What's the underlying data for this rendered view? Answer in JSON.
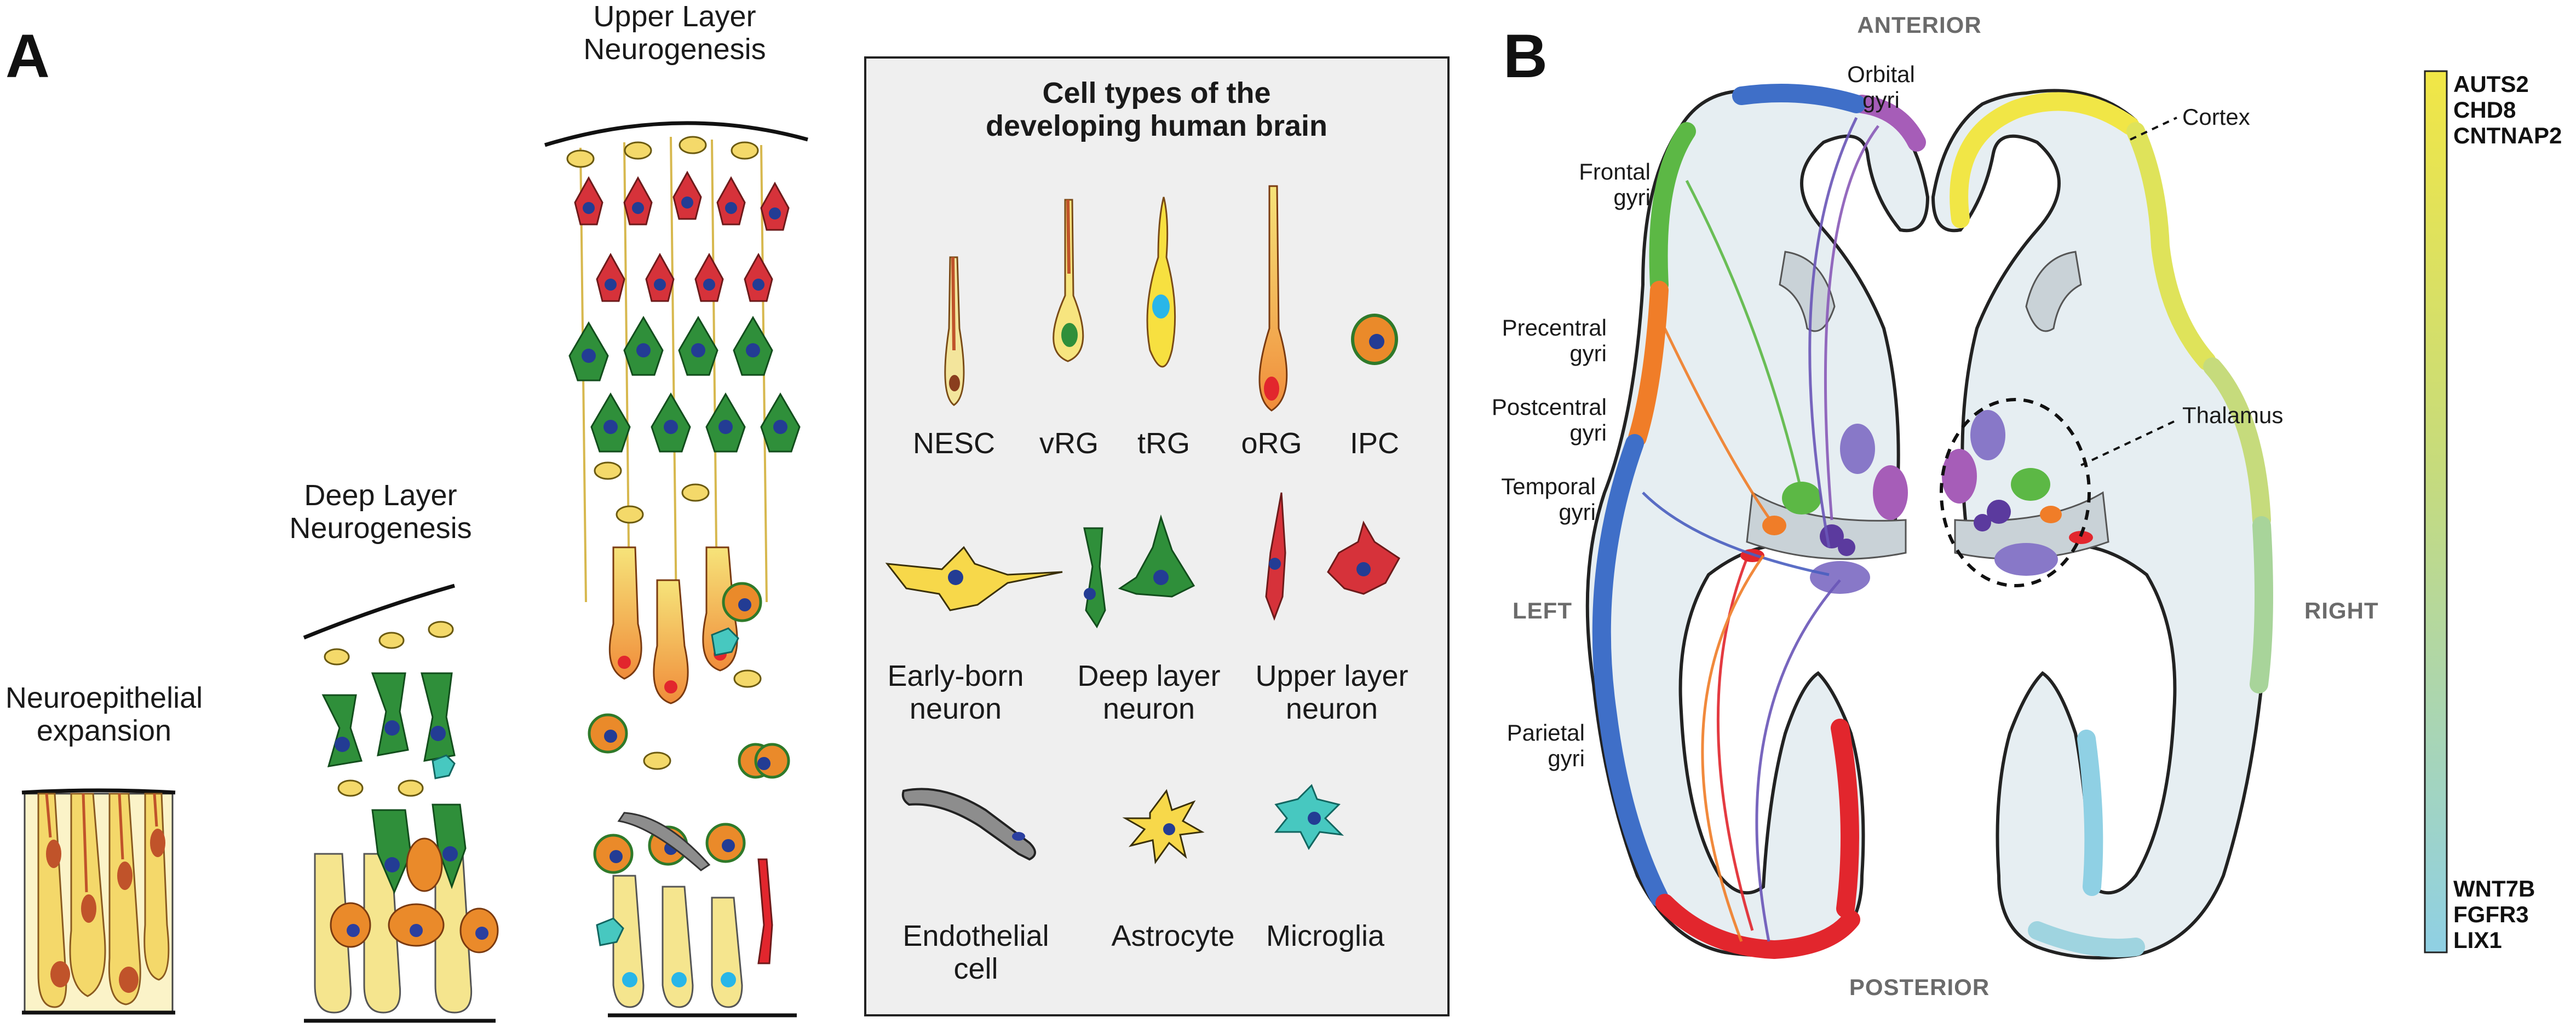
{
  "panel_a": {
    "letter": "A",
    "stages": {
      "neuroepithelial": [
        "Neuroepithelial",
        "expansion"
      ],
      "deep_layer": [
        "Deep Layer",
        "Neurogenesis"
      ],
      "upper_layer": [
        "Upper Layer",
        "Neurogenesis"
      ]
    },
    "legend": {
      "title": [
        "Cell types of the",
        "developing human brain"
      ],
      "row1": [
        "NESC",
        "vRG",
        "tRG",
        "oRG",
        "IPC"
      ],
      "row2": [
        [
          "Early-born",
          "neuron"
        ],
        [
          "Deep layer",
          "neuron"
        ],
        [
          "Upper layer",
          "neuron"
        ]
      ],
      "row3": [
        [
          "Endothelial",
          "cell"
        ],
        [
          "Astrocyte"
        ],
        [
          "Microglia"
        ]
      ]
    }
  },
  "panel_b": {
    "letter": "B",
    "directions": {
      "anterior": "ANTERIOR",
      "posterior": "POSTERIOR",
      "left": "LEFT",
      "right": "RIGHT"
    },
    "regions": {
      "orbital": [
        "Orbital",
        "gyri"
      ],
      "frontal": [
        "Frontal",
        "gyri"
      ],
      "precentral": [
        "Precentral",
        "gyri"
      ],
      "postcentral": [
        "Postcentral",
        "gyri"
      ],
      "temporal": [
        "Temporal",
        "gyri"
      ],
      "parietal": [
        "Parietal",
        "gyri"
      ],
      "cortex": "Cortex",
      "thalamus": "Thalamus"
    },
    "gradient_top_genes": [
      "AUTS2",
      "CHD8",
      "CNTNAP2"
    ],
    "gradient_bottom_genes": [
      "WNT7B",
      "FGFR3",
      "LIX1"
    ],
    "colors": {
      "gradient_top": "#f1e646",
      "gradient_bottom": "#8fd0e4",
      "frontal": "#5cb845",
      "orbital": "#a65db8",
      "precentral": "#f07d28",
      "temporal": "#3f6fc8",
      "parietal": "#e2262d",
      "thalamus_nuclei": "#8878c8"
    }
  }
}
